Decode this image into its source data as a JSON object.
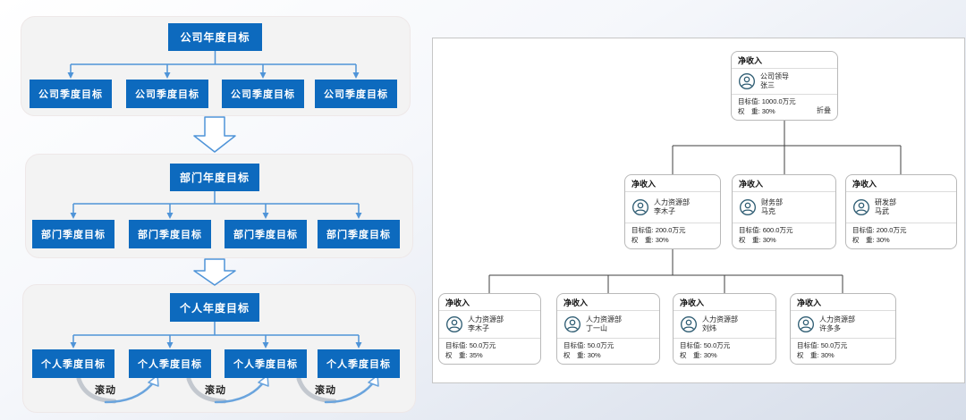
{
  "left_flow": {
    "sections": [
      {
        "parent": "公司年度目标",
        "children": [
          "公司季度目标",
          "公司季度目标",
          "公司季度目标",
          "公司季度目标"
        ]
      },
      {
        "parent": "部门年度目标",
        "children": [
          "部门季度目标",
          "部门季度目标",
          "部门季度目标",
          "部门季度目标"
        ]
      },
      {
        "parent": "个人年度目标",
        "children": [
          "个人季度目标",
          "个人季度目标",
          "个人季度目标",
          "个人季度目标"
        ],
        "rolling_labels": [
          "滚动",
          "滚动",
          "滚动"
        ]
      }
    ]
  },
  "org_chart": {
    "root": {
      "metric": "净收入",
      "dept": "公司领导",
      "person": "张三",
      "target_label": "目标值:",
      "target_value": "1000.0万元",
      "weight_label": "权　重:",
      "weight_value": "30%",
      "collapse_label": "折叠"
    },
    "level2": [
      {
        "metric": "净收入",
        "dept": "人力资源部",
        "person": "李木子",
        "target_label": "目标值:",
        "target_value": "200.0万元",
        "weight_label": "权　重:",
        "weight_value": "30%"
      },
      {
        "metric": "净收入",
        "dept": "财务部",
        "person": "马克",
        "target_label": "目标值:",
        "target_value": "600.0万元",
        "weight_label": "权　重:",
        "weight_value": "30%"
      },
      {
        "metric": "净收入",
        "dept": "研发部",
        "person": "马武",
        "target_label": "目标值:",
        "target_value": "200.0万元",
        "weight_label": "权　重:",
        "weight_value": "30%"
      }
    ],
    "level3": [
      {
        "metric": "净收入",
        "dept": "人力资源部",
        "person": "李木子",
        "target_label": "目标值:",
        "target_value": "50.0万元",
        "weight_label": "权　重:",
        "weight_value": "35%"
      },
      {
        "metric": "净收入",
        "dept": "人力资源部",
        "person": "丁一山",
        "target_label": "目标值:",
        "target_value": "50.0万元",
        "weight_label": "权　重:",
        "weight_value": "30%"
      },
      {
        "metric": "净收入",
        "dept": "人力资源部",
        "person": "刘炜",
        "target_label": "目标值:",
        "target_value": "50.0万元",
        "weight_label": "权　重:",
        "weight_value": "30%"
      },
      {
        "metric": "净收入",
        "dept": "人力资源部",
        "person": "许多多",
        "target_label": "目标值:",
        "target_value": "50.0万元",
        "weight_label": "权　重:",
        "weight_value": "30%"
      }
    ]
  },
  "colors": {
    "primary_blue": "#0d6abe",
    "connector_blue": "#4f94d8",
    "org_line": "#3f3f3f",
    "avatar_stroke": "#2f5d73",
    "group_bg": "#f3f3f3"
  }
}
